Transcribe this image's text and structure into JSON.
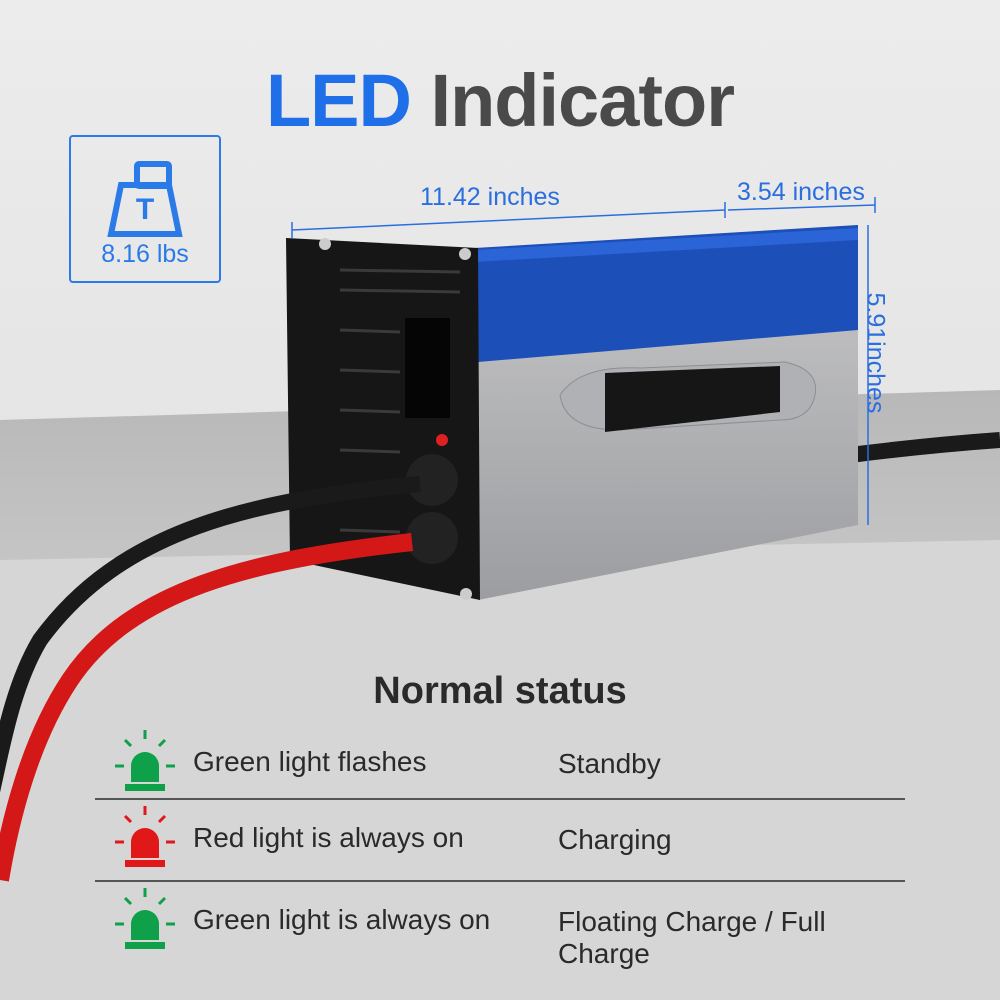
{
  "title": {
    "part1": "LED",
    "part2": "Indicator"
  },
  "weight": {
    "icon": "weight-icon",
    "icon_letter": "T",
    "value": "8.16 lbs"
  },
  "dimensions": {
    "length": "11.42 inches",
    "width": "3.54 inches",
    "height": "5.91inches"
  },
  "status": {
    "heading": "Normal status",
    "rows": [
      {
        "light": "Green light flashes",
        "status": "Standby",
        "color": "#0fa04a"
      },
      {
        "light": "Red light is always on",
        "status": "Charging",
        "color": "#e01818"
      },
      {
        "light": "Green light is always on",
        "status": "Floating Charge / Full Charge",
        "color": "#0fa04a"
      }
    ]
  },
  "colors": {
    "accent": "#1f6fe8",
    "title_gray": "#4a4a4a"
  }
}
